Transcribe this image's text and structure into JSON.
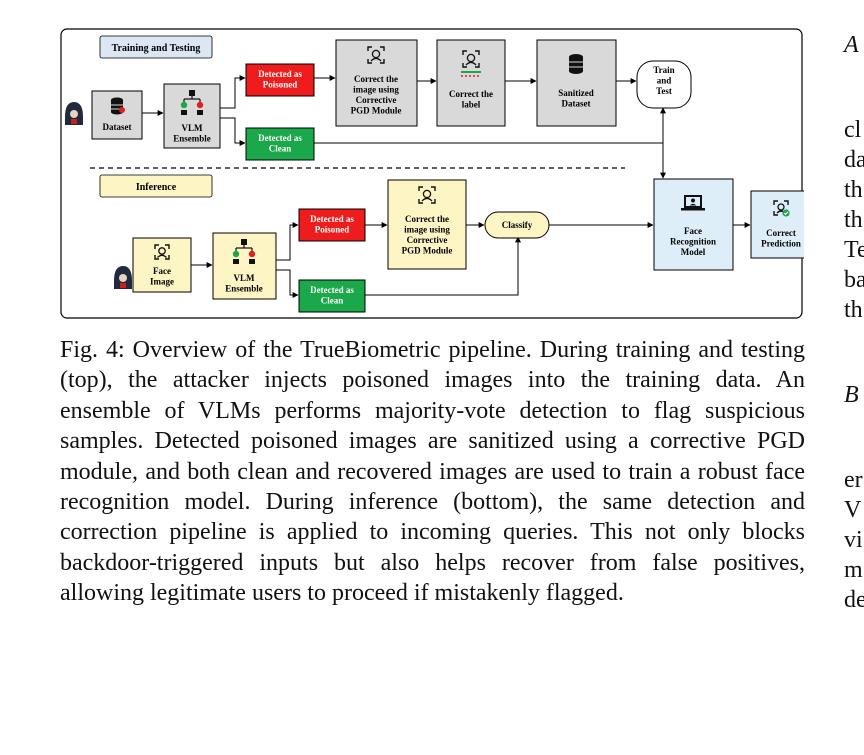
{
  "diagram": {
    "training_label": "Training and Testing",
    "inference_label": "Inference",
    "nodes": {
      "dataset": [
        "Dataset"
      ],
      "vlm_top": [
        "VLM",
        "Ensemble"
      ],
      "poisoned_top": [
        "Detected as",
        "Poisoned"
      ],
      "clean_top": [
        "Detected as",
        "Clean"
      ],
      "correct_image_top": [
        "Correct the",
        "image using",
        "Corrective",
        "PGD Module"
      ],
      "correct_label": [
        "Correct the",
        "label"
      ],
      "sanitized": [
        "Sanitized",
        "Dataset"
      ],
      "train_test": [
        "Train",
        "and",
        "Test"
      ],
      "face_image": [
        "Face",
        "Image"
      ],
      "vlm_bottom": [
        "VLM",
        "Ensemble"
      ],
      "poisoned_bottom": [
        "Detected as",
        "Poisoned"
      ],
      "clean_bottom": [
        "Detected as",
        "Clean"
      ],
      "correct_image_bottom": [
        "Correct the",
        "image using",
        "Corrective",
        "PGD Module"
      ],
      "classify": [
        "Classify"
      ],
      "face_model": [
        "Face",
        "Recognition",
        "Model"
      ],
      "correct_pred": [
        "Correct",
        "Prediction"
      ]
    },
    "colors": {
      "grey": "#d9d9d9",
      "yellow": "#fdf5c4",
      "red": "#ee1c1c",
      "green": "#1aa84a",
      "blue": "#ddeef8",
      "label_blue": "#dde7f4"
    }
  },
  "caption": "Fig. 4: Overview of the TrueBiometric pipeline. During training and testing (top), the attacker injects poisoned images into the training data. An ensemble of VLMs performs majority-vote detection to flag suspicious samples. Detected poisoned images are sanitized using a corrective PGD module, and both clean and recovered images are used to train a robust face recognition model. During inference (bottom), the same detection and correction pipeline is applied to incoming queries. This not only blocks backdoor-triggered inputs but also helps recover from false positives, allowing legitimate users to proceed if mistakenly flagged.",
  "right_column": [
    "A",
    "cl",
    "da",
    "th",
    "th",
    "Te",
    "ba",
    "th",
    "B",
    "er",
    "V",
    "vi",
    "m",
    "de"
  ]
}
